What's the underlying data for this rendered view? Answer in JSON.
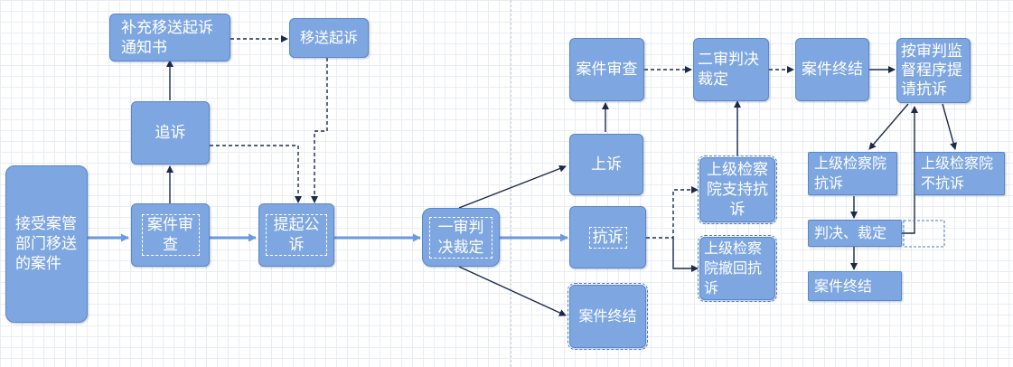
{
  "nodes": {
    "accept_case": "接受案管部门移送的案件",
    "review_case_left": "案件审查",
    "supplementary_charge": "追诉",
    "supplement_notice": "补充移送起诉通知书",
    "transfer_prosecution": "移送起诉",
    "public_prosecution": "提起公诉",
    "first_instance": "一审判决裁定",
    "case_closed_mid": "案件终结",
    "appeal": "上诉",
    "protest": "抗诉",
    "review_case_right": "案件审查",
    "second_instance": "二审判决裁定",
    "superior_supports": "上级检察院支持抗诉",
    "superior_withdraws": "上级检察院撤回抗诉",
    "case_closed_top": "案件终结",
    "trial_supervision_protest": "按审判监督程序提请抗诉",
    "superior_protests": "上级检察院抗诉",
    "superior_not_protest": "上级检察院不抗诉",
    "judgment_ruling": "判决、裁定",
    "case_closed_bottom": "案件终结"
  },
  "colors": {
    "node_fill": "#7ea6e0",
    "node_border": "#5b86c6",
    "node_text": "#ffffff",
    "main_flow_arrow": "#6a9be0",
    "arrow": "#1b2a4a"
  }
}
